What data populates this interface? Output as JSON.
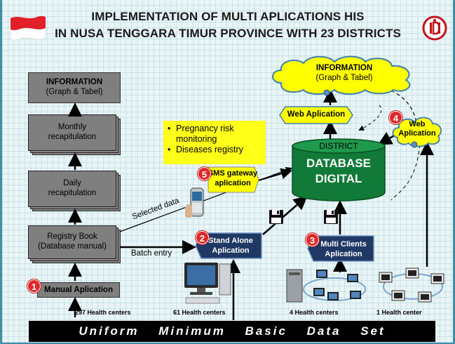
{
  "title": {
    "line1": "IMPLEMENTATION OF MULTI APLICATIONS HIS",
    "line2": "IN NUSA TENGGARA TIMUR PROVINCE WITH 23 DISTRICTS"
  },
  "left_column": {
    "information_title": "INFORMATION",
    "information_sub": "(Graph & Tabel)",
    "monthly_line1": "Monthly",
    "monthly_line2": "recapitulation",
    "daily_line1": "Daily",
    "daily_line2": "recapitulation",
    "registry_line1": "Registry Book",
    "registry_line2": "(Database manual)",
    "manual_app": "Manual Aplication",
    "manual_badge": "1"
  },
  "sms_notes": {
    "item1_line1": "Pregnancy risk",
    "item1_line2": "monitoring",
    "item2": "Diseases registry",
    "bullet": "•"
  },
  "sms_gateway": {
    "badge": "5",
    "line1": "SMS gateway",
    "line2": "aplication"
  },
  "database": {
    "district": "DISTRICT",
    "line1": "DATABASE",
    "line2": "DIGITAL"
  },
  "cloud_info": {
    "title": "INFORMATION",
    "sub": "(Graph & Tabel)"
  },
  "web_application_box": "Web Aplication",
  "web_cloud": {
    "badge": "4",
    "line1": "Web",
    "line2": "Aplication"
  },
  "stand_alone": {
    "badge": "2",
    "line1": "Stand Alone",
    "line2": "Aplication"
  },
  "multi_clients": {
    "badge": "3",
    "line1": "Multi Clients",
    "line2": "Aplication"
  },
  "labels": {
    "selected_data": "Selected data",
    "batch_entry": "Batch entry"
  },
  "captions": {
    "hc297": "297 Health centers",
    "hc61": "61 Health centers",
    "hc4": "4 Health centers",
    "hc1": "1 Health center"
  },
  "footer": "Uniform  Minimum  Basic Data  Set",
  "colors": {
    "navy": "#1f3864",
    "green_db": "#127a38",
    "yellow": "#ffff00",
    "grey": "#7f7f7f",
    "badge_red": "#e0282a",
    "border_teal": "#3f8fa6"
  },
  "icons": {
    "flag": "indonesia-flag-icon",
    "logo": "iakmi-logo-icon",
    "phone": "mobile-phone-icon",
    "floppy": "floppy-disk-icon",
    "computer": "desktop-computer-icon",
    "network": "computer-network-icon"
  }
}
